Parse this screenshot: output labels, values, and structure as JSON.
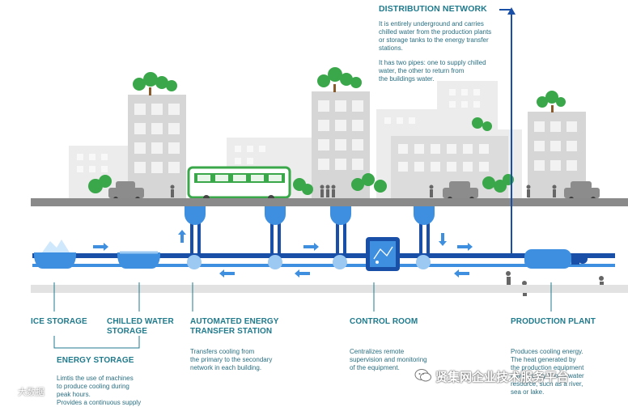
{
  "distribution": {
    "title": "DISTRIBUTION NETWORK",
    "desc1": "It is entirely underground and carries\nchilled water from the production plants\nor storage tanks to the energy transfer\nstations.",
    "desc2": "It has two pipes: one to supply chilled\nwater, the other to return from\nthe buildings water."
  },
  "labels": {
    "ice_storage": "ICE STORAGE",
    "chilled_water_storage": "CHILLED WATER\nSTORAGE",
    "energy_storage": "ENERGY STORAGE",
    "energy_storage_desc": "Limtis the use of machines\nto produce cooling during\npeak hours.\nProvides a continuous supply",
    "ats": "AUTOMATED ENERGY\nTRANSFER STATION",
    "ats_desc": "Transfers cooling from\nthe primary to the secondary\nnetwork in each building.",
    "control_room": "CONTROL ROOM",
    "control_room_desc": "Centralizes remote\nsupervision and monitoring\nof the equipment.",
    "production_plant": "PRODUCTION PLANT",
    "production_plant_desc": "Produces cooling energy.\nThe heat generated by\nthe production equipment\ntowers or by a local water\nresource, such as a river,\nsea or lake."
  },
  "watermark": {
    "text": "贤集网企业技术服务平台",
    "corner": "大数据"
  },
  "colors": {
    "pipe_dark": "#1a4fa8",
    "pipe_light": "#3e8fe0",
    "label_teal": "#1f7a8c",
    "tree_green": "#3aa84a",
    "building_grey": "#d6d6d6",
    "road": "#8a8a8a"
  }
}
